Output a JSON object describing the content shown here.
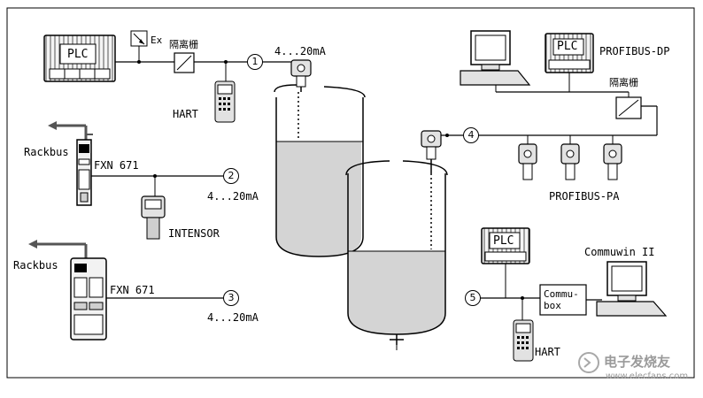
{
  "labels": {
    "plc1": "PLC",
    "ex": "Ex",
    "barrier1": "隔离栅",
    "hart1": "HART",
    "current1": "4...20mA",
    "rackbus1": "Rackbus",
    "fxn1": "FXN 671",
    "current2": "4...20mA",
    "intensor": "INTENSOR",
    "rackbus2": "Rackbus",
    "fxn2": "FXN 671",
    "current3": "4...20mA",
    "plc2": "PLC",
    "profibus_dp": "PROFIBUS-DP",
    "barrier2": "隔离栅",
    "profibus_pa": "PROFIBUS-PA",
    "plc3": "PLC",
    "commuwin": "Commuwin II",
    "commubox": "Commu-\nbox",
    "hart2": "HART"
  },
  "loops": [
    "1",
    "2",
    "3",
    "4",
    "5"
  ],
  "watermark": {
    "brand": "电子发烧友",
    "url": "www.elecfans.com"
  },
  "colors": {
    "line": "#000000",
    "fluid": "#d4d4d4",
    "device": "#e2e2e2",
    "border": "#333333"
  }
}
